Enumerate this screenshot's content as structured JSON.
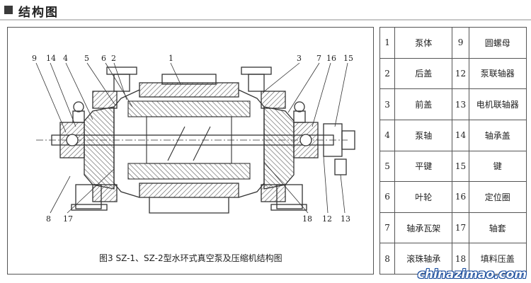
{
  "header": {
    "title": "结构图"
  },
  "diagram": {
    "caption": "图3 SZ-1、SZ-2型水环式真空泵及压缩机结构图",
    "callouts_top": [
      "9",
      "14",
      "4",
      "5",
      "6",
      "2",
      "1",
      "3",
      "7",
      "16",
      "15"
    ],
    "callouts_bottom": [
      "8",
      "17",
      "18",
      "12",
      "13"
    ]
  },
  "parts_table": {
    "rows": [
      {
        "n1": "1",
        "p1": "泵体",
        "n2": "9",
        "p2": "圆螺母"
      },
      {
        "n1": "2",
        "p1": "后盖",
        "n2": "12",
        "p2": "泵联轴器"
      },
      {
        "n1": "3",
        "p1": "前盖",
        "n2": "13",
        "p2": "电机联轴器"
      },
      {
        "n1": "4",
        "p1": "泵轴",
        "n2": "14",
        "p2": "轴承盖"
      },
      {
        "n1": "5",
        "p1": "平键",
        "n2": "15",
        "p2": "键"
      },
      {
        "n1": "6",
        "p1": "叶轮",
        "n2": "16",
        "p2": "定位圈"
      },
      {
        "n1": "7",
        "p1": "轴承瓦架",
        "n2": "17",
        "p2": "轴套"
      },
      {
        "n1": "8",
        "p1": "滚珠轴承",
        "n2": "18",
        "p2": "填料压盖"
      }
    ]
  },
  "watermark": "chinazimao.com",
  "colors": {
    "header_square": "#3a3a3a",
    "line": "#333333",
    "hatch": "#555555",
    "watermark_outline": "#1a4d9e"
  }
}
